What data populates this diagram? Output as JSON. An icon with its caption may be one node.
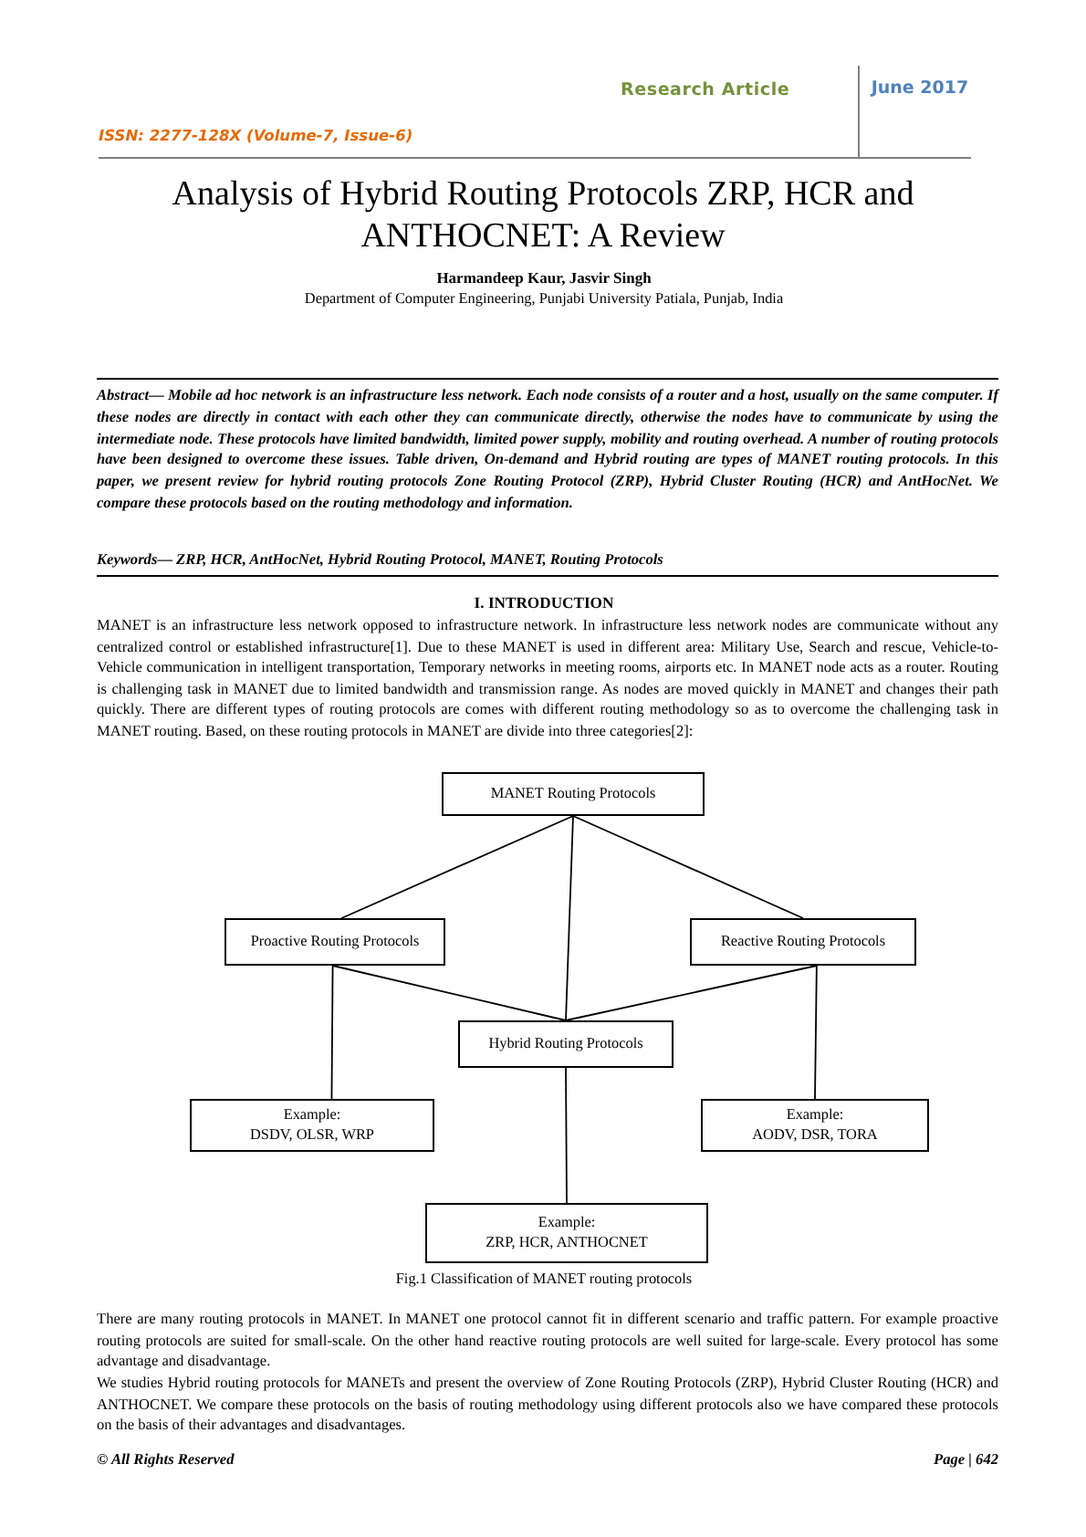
{
  "diagram": {
    "title": "Analysis of Hybrid Routing Protocols ZRP, HCR and ANTHOCNET: A Review",
    "caption": "Fig.1 Classification of MANET routing protocols",
    "nodes": [
      {
        "text": [
          "MANET Routing Protocols"
        ]
      },
      {
        "text": [
          "Proactive Routing Protocols"
        ]
      },
      {
        "text": [
          "Reactive Routing Protocols"
        ]
      },
      {
        "text": [
          "Hybrid Routing Protocols"
        ]
      },
      {
        "text": [
          "Example:",
          "DSDV, OLSR, WRP"
        ]
      },
      {
        "text": [
          "Example:",
          "AODV, DSR, TORA"
        ]
      },
      {
        "text": [
          "Example:",
          "ZRP, HCR, ANTHOCNET"
        ]
      }
    ],
    "edges": [
      {
        "from": 0,
        "to": 1,
        "arrow": "none"
      },
      {
        "from": 0,
        "to": 2,
        "arrow": "none"
      },
      {
        "from": 0,
        "to": 3,
        "arrow": "none"
      },
      {
        "from": 1,
        "to": 3,
        "arrow": "none"
      },
      {
        "from": 2,
        "to": 3,
        "arrow": "none"
      },
      {
        "from": 1,
        "to": 4,
        "arrow": "none"
      },
      {
        "from": 2,
        "to": 5,
        "arrow": "none"
      },
      {
        "from": 3,
        "to": 6,
        "arrow": "none"
      }
    ],
    "labels": [
      "ISSN: 2277-128X (Volume-7, Issue-6)",
      "Research Article",
      "June 2017",
      "Harmandeep Kaur, Jasvir Singh",
      "Department of Computer Engineering, Punjabi University Patiala, Punjab, India",
      "Abstract— Mobile ad hoc network is an infrastructure less network. Each node consists of a router and a host, usually on the same computer. If these nodes are directly in contact with each other they can communicate directly, otherwise the nodes have to communicate by using the intermediate node. These protocols have limited bandwidth, limited power supply, mobility and routing overhead. A number of routing protocols have been designed to overcome these issues. Table driven, On-demand and Hybrid routing are types of MANET routing protocols. In this paper, we present review for hybrid routing protocols Zone Routing Protocol (ZRP), Hybrid Cluster Routing (HCR) and AntHocNet. We compare these protocols based on the routing methodology and information.",
      "Keywords— ZRP, HCR, AntHocNet, Hybrid Routing Protocol, MANET, Routing Protocols",
      "I. INTRODUCTION",
      "MANET is an infrastructure less network opposed to infrastructure network. In infrastructure less network nodes are communicate without any centralized control or established infrastructure[1]. Due to these MANET is used in different area: Military Use, Search and rescue, Vehicle-to-Vehicle communication in intelligent transportation, Temporary networks in meeting rooms, airports etc. In MANET node acts as a router. Routing is challenging task in MANET due to limited bandwidth and transmission range. As nodes are moved quickly in MANET and changes their path quickly. There are different types of routing protocols are comes with different routing methodology so as to overcome the challenging task in MANET routing. Based, on these routing protocols in MANET are divide into three categories[2]:",
      "There are many routing protocols in MANET. In MANET one protocol cannot fit in different scenario and traffic pattern. For example proactive routing protocols are suited for small-scale. On the other hand reactive routing protocols are well suited for large-scale. Every protocol has some advantage and disadvantage.",
      "We studies Hybrid routing protocols for MANETs and present the overview of Zone Routing Protocols (ZRP), Hybrid Cluster Routing (HCR) and ANTHOCNET. We compare these protocols on the basis of routing methodology using different protocols also we have compared these protocols on the basis of their advantages and disadvantages.",
      "© All Rights Reserved",
      "Page | 642"
    ]
  }
}
